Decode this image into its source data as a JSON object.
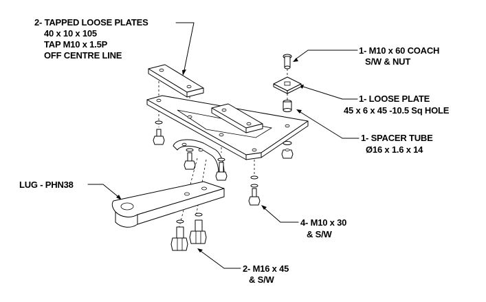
{
  "callouts": {
    "tapped_plates": [
      "2- TAPPED LOOSE PLATES",
      "40 x 10 x 105",
      "TAP M10 x 1.5P",
      "OFF CENTRE LINE"
    ],
    "coach_bolt": [
      "1- M10 x 60 COACH",
      "S/W & NUT"
    ],
    "loose_plate": [
      "1- LOOSE PLATE",
      "45 x 6 x 45 -10.5 Sq HOLE"
    ],
    "spacer_tube": [
      "1- SPACER TUBE",
      "Ø16 x 1.6 x 14"
    ],
    "lug": [
      "LUG - PHN38"
    ],
    "m10_bolts": [
      "4- M10 x 30",
      "& S/W"
    ],
    "m16_bolts": [
      "2- M16 x 45",
      "& S/W"
    ]
  }
}
